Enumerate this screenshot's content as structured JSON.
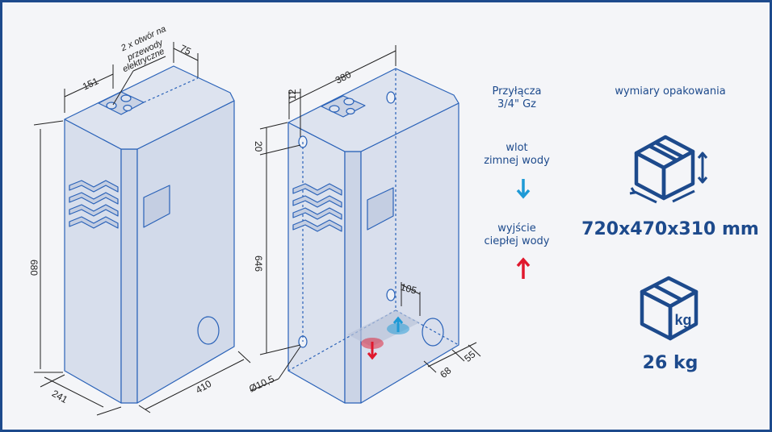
{
  "diagram": {
    "left_unit": {
      "note_lines": [
        "2 x otwór na",
        "przewody",
        "elektryczne"
      ],
      "dims": {
        "hole_offset": "151",
        "hole_depth": "75",
        "height": "680",
        "depth": "241",
        "width": "410"
      }
    },
    "right_unit": {
      "dims": {
        "width": "380",
        "top_offset": "12",
        "mount_top": "20",
        "mount_spacing": "646",
        "pipe_offset": "105",
        "pipe_a": "68",
        "pipe_b": "55",
        "hole_diameter": "Ø10,5"
      }
    }
  },
  "connections": {
    "title_lines": [
      "Przyłącza",
      "3/4\" Gz"
    ],
    "inlet_lines": [
      "wlot",
      "zimnej wody"
    ],
    "outlet_lines": [
      "wyjście",
      "ciepłej wody"
    ],
    "inlet_color": "#1e9ad6",
    "outlet_color": "#e0182d"
  },
  "packaging": {
    "title": "wymiary opakowania",
    "dimensions": "720x470x310 mm",
    "weight": "26 kg",
    "weight_icon_text": "kg"
  }
}
